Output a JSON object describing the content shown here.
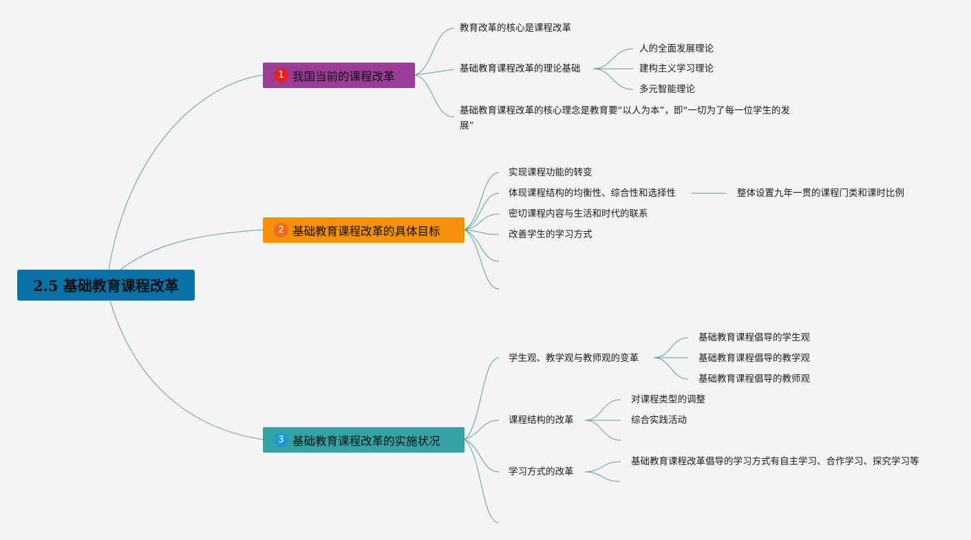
{
  "root": {
    "label": "2.5 基础教育课程改革"
  },
  "branches": [
    {
      "badge": "1",
      "label": "我国当前的课程改革",
      "children": [
        {
          "label": "教育改革的核心是课程改革"
        },
        {
          "label": "基础教育课程改革的理论基础",
          "children": [
            "人的全面发展理论",
            "建构主义学习理论",
            "多元智能理论"
          ]
        },
        {
          "label": "基础教育课程改革的核心理念是教育要“以人为本”，即“一切为了每一位学生的发展”"
        }
      ]
    },
    {
      "badge": "2",
      "label": "基础教育课程改革的具体目标",
      "children": [
        {
          "label": "实现课程功能的转变"
        },
        {
          "label": "体现课程结构的均衡性、综合性和选择性",
          "children": [
            "整体设置九年一贯的课程门类和课时比例"
          ]
        },
        {
          "label": "密切课程内容与生活和时代的联系"
        },
        {
          "label": "改善学生的学习方式"
        }
      ]
    },
    {
      "badge": "3",
      "label": "基础教育课程改革的实施状况",
      "children": [
        {
          "label": "学生观、教学观与教师观的变革",
          "children": [
            "基础教育课程倡导的学生观",
            "基础教育课程倡导的教学观",
            "基础教育课程倡导的教师观"
          ]
        },
        {
          "label": "课程结构的改革",
          "children": [
            "对课程类型的调整",
            "综合实践活动"
          ]
        },
        {
          "label": "学习方式的改革",
          "children": [
            "基础教育课程改革倡导的学习方式有自主学习、合作学习、探究学习等"
          ]
        }
      ]
    }
  ]
}
